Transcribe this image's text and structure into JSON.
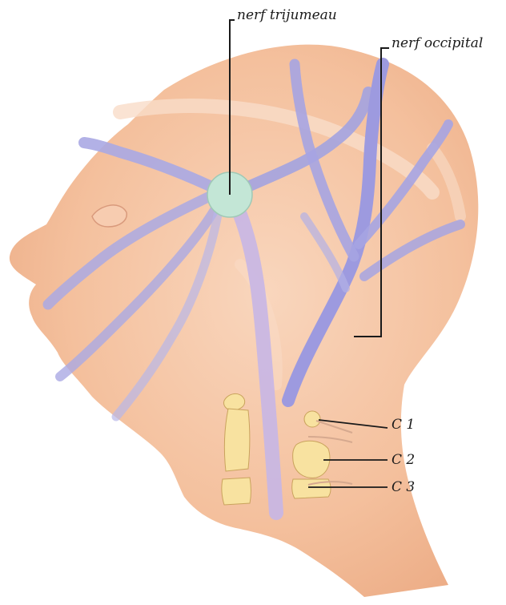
{
  "labels": {
    "trigeminal": "nerf trijumeau",
    "occipital": "nerf occipital",
    "c1": "C 1",
    "c2": "C 2",
    "c3": "C 3"
  },
  "colors": {
    "background": "#ffffff",
    "skin": "#f3bd97",
    "skin_highlight": "#f7d3b8",
    "nerve": "#a9a8e2",
    "nerve_dark": "#9a96dd",
    "ganglion": "#bfe3d2",
    "vertebra": "#f8e2a0",
    "leader_line": "#1a1a1a"
  },
  "icons": {
    "head": "head-profile-icon",
    "ear": "ear-icon",
    "ganglion": "trigeminal-ganglion-icon"
  }
}
